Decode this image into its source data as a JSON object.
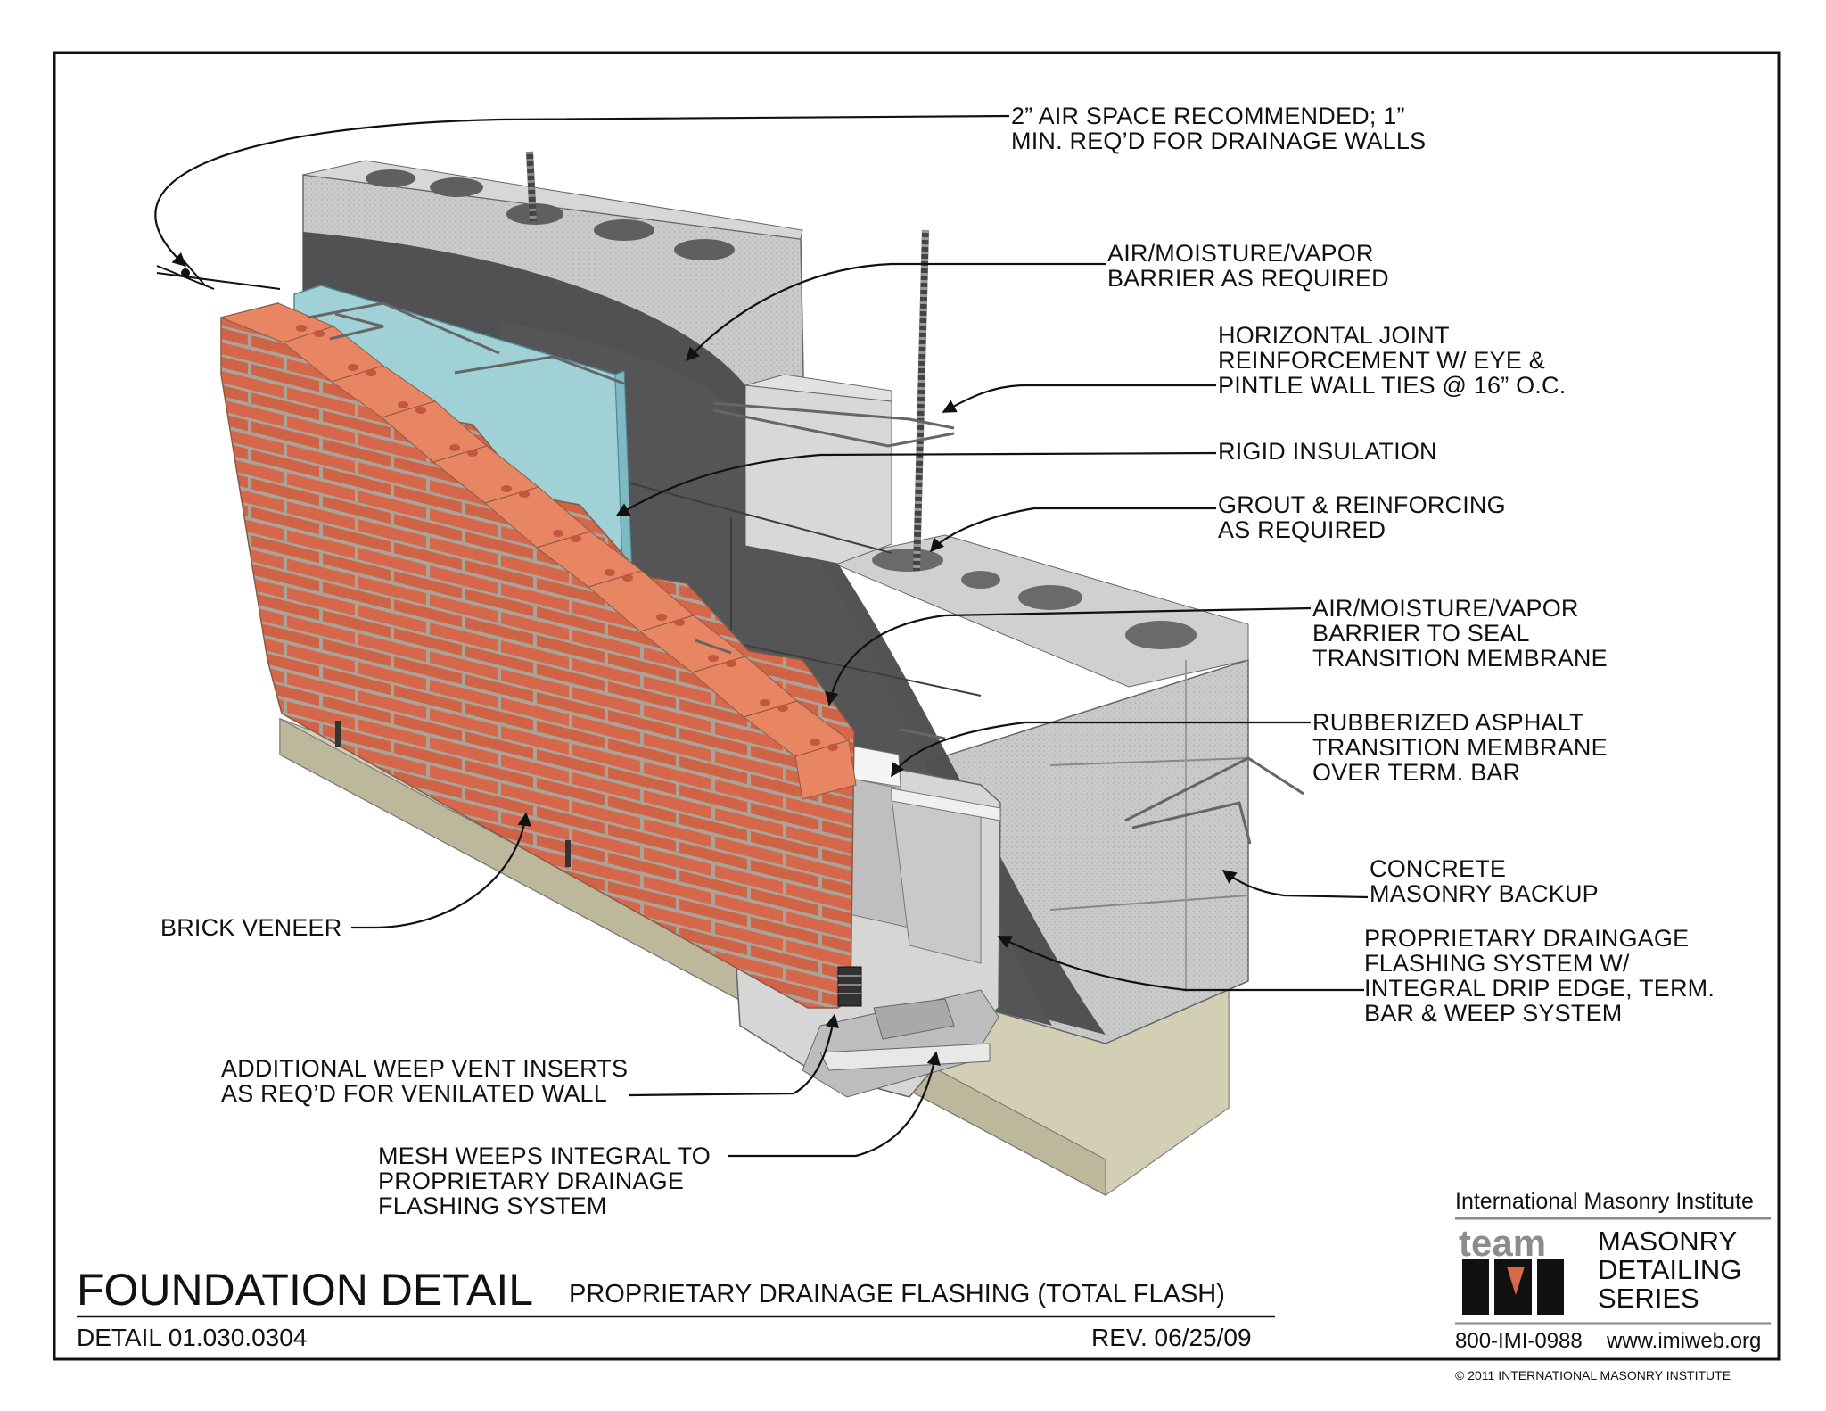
{
  "callouts": {
    "air_space": "2” AIR SPACE RECOMMENDED; 1”\nMIN. REQ’D FOR DRAINAGE WALLS",
    "air_barrier": "AIR/MOISTURE/VAPOR\nBARRIER AS REQUIRED",
    "joint_reinforcement": "HORIZONTAL JOINT\nREINFORCEMENT W/ EYE &\nPINTLE WALL TIES @ 16” O.C.",
    "rigid_insulation": "RIGID INSULATION",
    "grout": "GROUT & REINFORCING\nAS REQUIRED",
    "barrier_seal": "AIR/MOISTURE/VAPOR\nBARRIER TO SEAL\nTRANSITION MEMBRANE",
    "rubberized": "RUBBERIZED ASPHALT\nTRANSITION MEMBRANE\nOVER TERM. BAR",
    "cmu_backup": "CONCRETE\nMASONRY BACKUP",
    "flashing_system": "PROPRIETARY DRAINGAGE\nFLASHING SYSTEM W/\nINTEGRAL DRIP EDGE, TERM.\nBAR & WEEP SYSTEM",
    "brick_veneer": "BRICK VENEER",
    "weep_vents": "ADDITIONAL WEEP VENT INSERTS\nAS REQ’D FOR VENILATED WALL",
    "mesh_weeps": "MESH WEEPS INTEGRAL TO\nPROPRIETARY DRAINAGE\nFLASHING SYSTEM"
  },
  "title_block": {
    "title": "FOUNDATION DETAIL",
    "subtitle": "PROPRIETARY DRAINAGE FLASHING (TOTAL FLASH)",
    "detail_number": "DETAIL 01.030.0304",
    "revision": "REV. 06/25/09"
  },
  "logo": {
    "institute": "International Masonry Institute",
    "team_word": "team",
    "imi_word": "IMI",
    "series": "MASONRY\nDETAILING\nSERIES",
    "phone": "800-IMI-0988",
    "website": "www.imiweb.org",
    "copyright": "© 2011 INTERNATIONAL MASONRY INSTITUTE"
  },
  "colors": {
    "brick": "#d9694a",
    "brick_top": "#e88663",
    "mortar": "#b6b0a6",
    "insulation": "#9fd1d7",
    "air_barrier": "#4a4a4c",
    "cmu": "#c9c9c9",
    "footing": "#c8c4a8",
    "flashing": "#e2e2e2"
  }
}
